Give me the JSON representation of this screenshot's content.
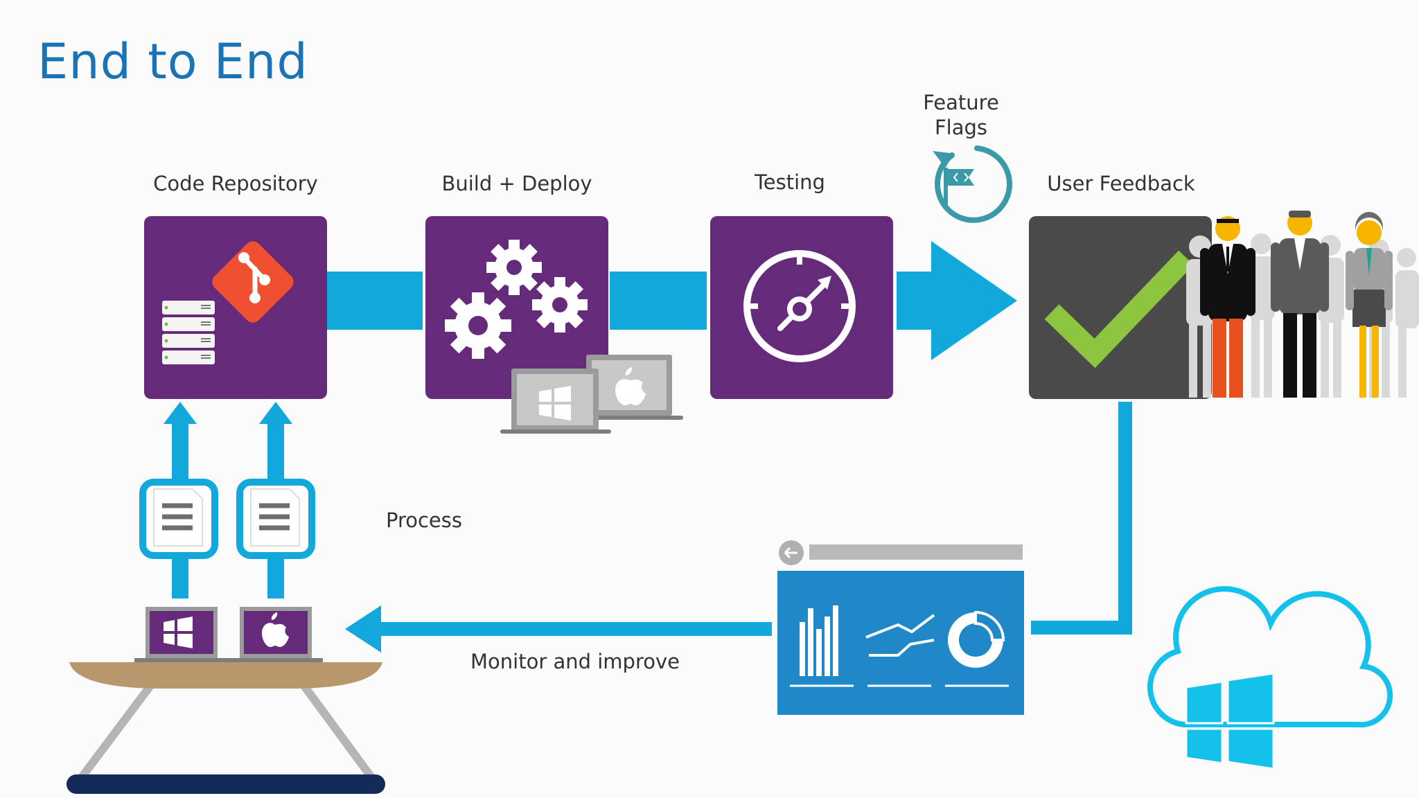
{
  "title": "End to End",
  "stages": [
    {
      "label": "Code Repository"
    },
    {
      "label": "Build + Deploy"
    },
    {
      "label": "Testing"
    },
    {
      "label": "User Feedback"
    }
  ],
  "feature_flags": {
    "line1": "Feature",
    "line2": "Flags"
  },
  "process_label": "Process",
  "monitor_label": "Monitor and improve",
  "colors": {
    "title": "#1a73b5",
    "purple": "#662a7a",
    "arrow_blue": "#13a8dc",
    "dark_gray": "#4a4a4a",
    "check_green": "#8cc63f",
    "dashboard_blue": "#1e88c9",
    "git_red": "#f05032"
  }
}
